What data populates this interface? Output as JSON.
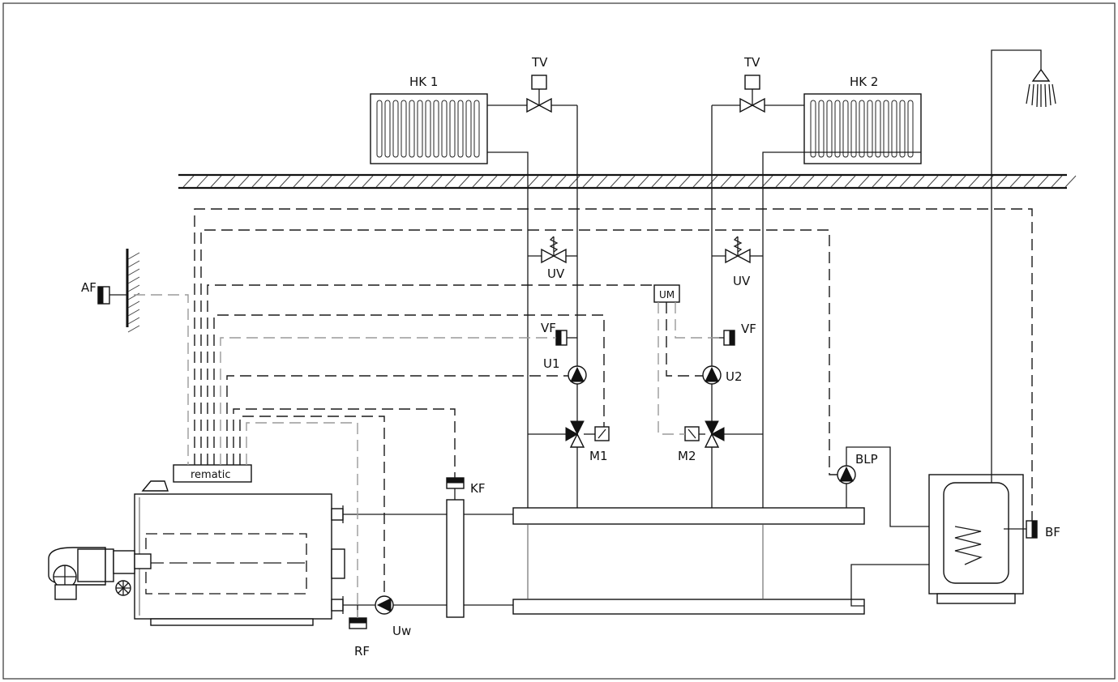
{
  "labels": {
    "hk1": "HK 1",
    "hk2": "HK 2",
    "tv1": "TV",
    "tv2": "TV",
    "uv1": "UV",
    "uv2": "UV",
    "af": "AF",
    "um": "UM",
    "vf1": "VF",
    "vf2": "VF",
    "u1": "U1",
    "u2": "U2",
    "m1": "M1",
    "m2": "M2",
    "rematic": "rematic",
    "kf": "KF",
    "blp": "BLP",
    "bf": "BF",
    "rf": "RF",
    "uw": "Uw"
  }
}
